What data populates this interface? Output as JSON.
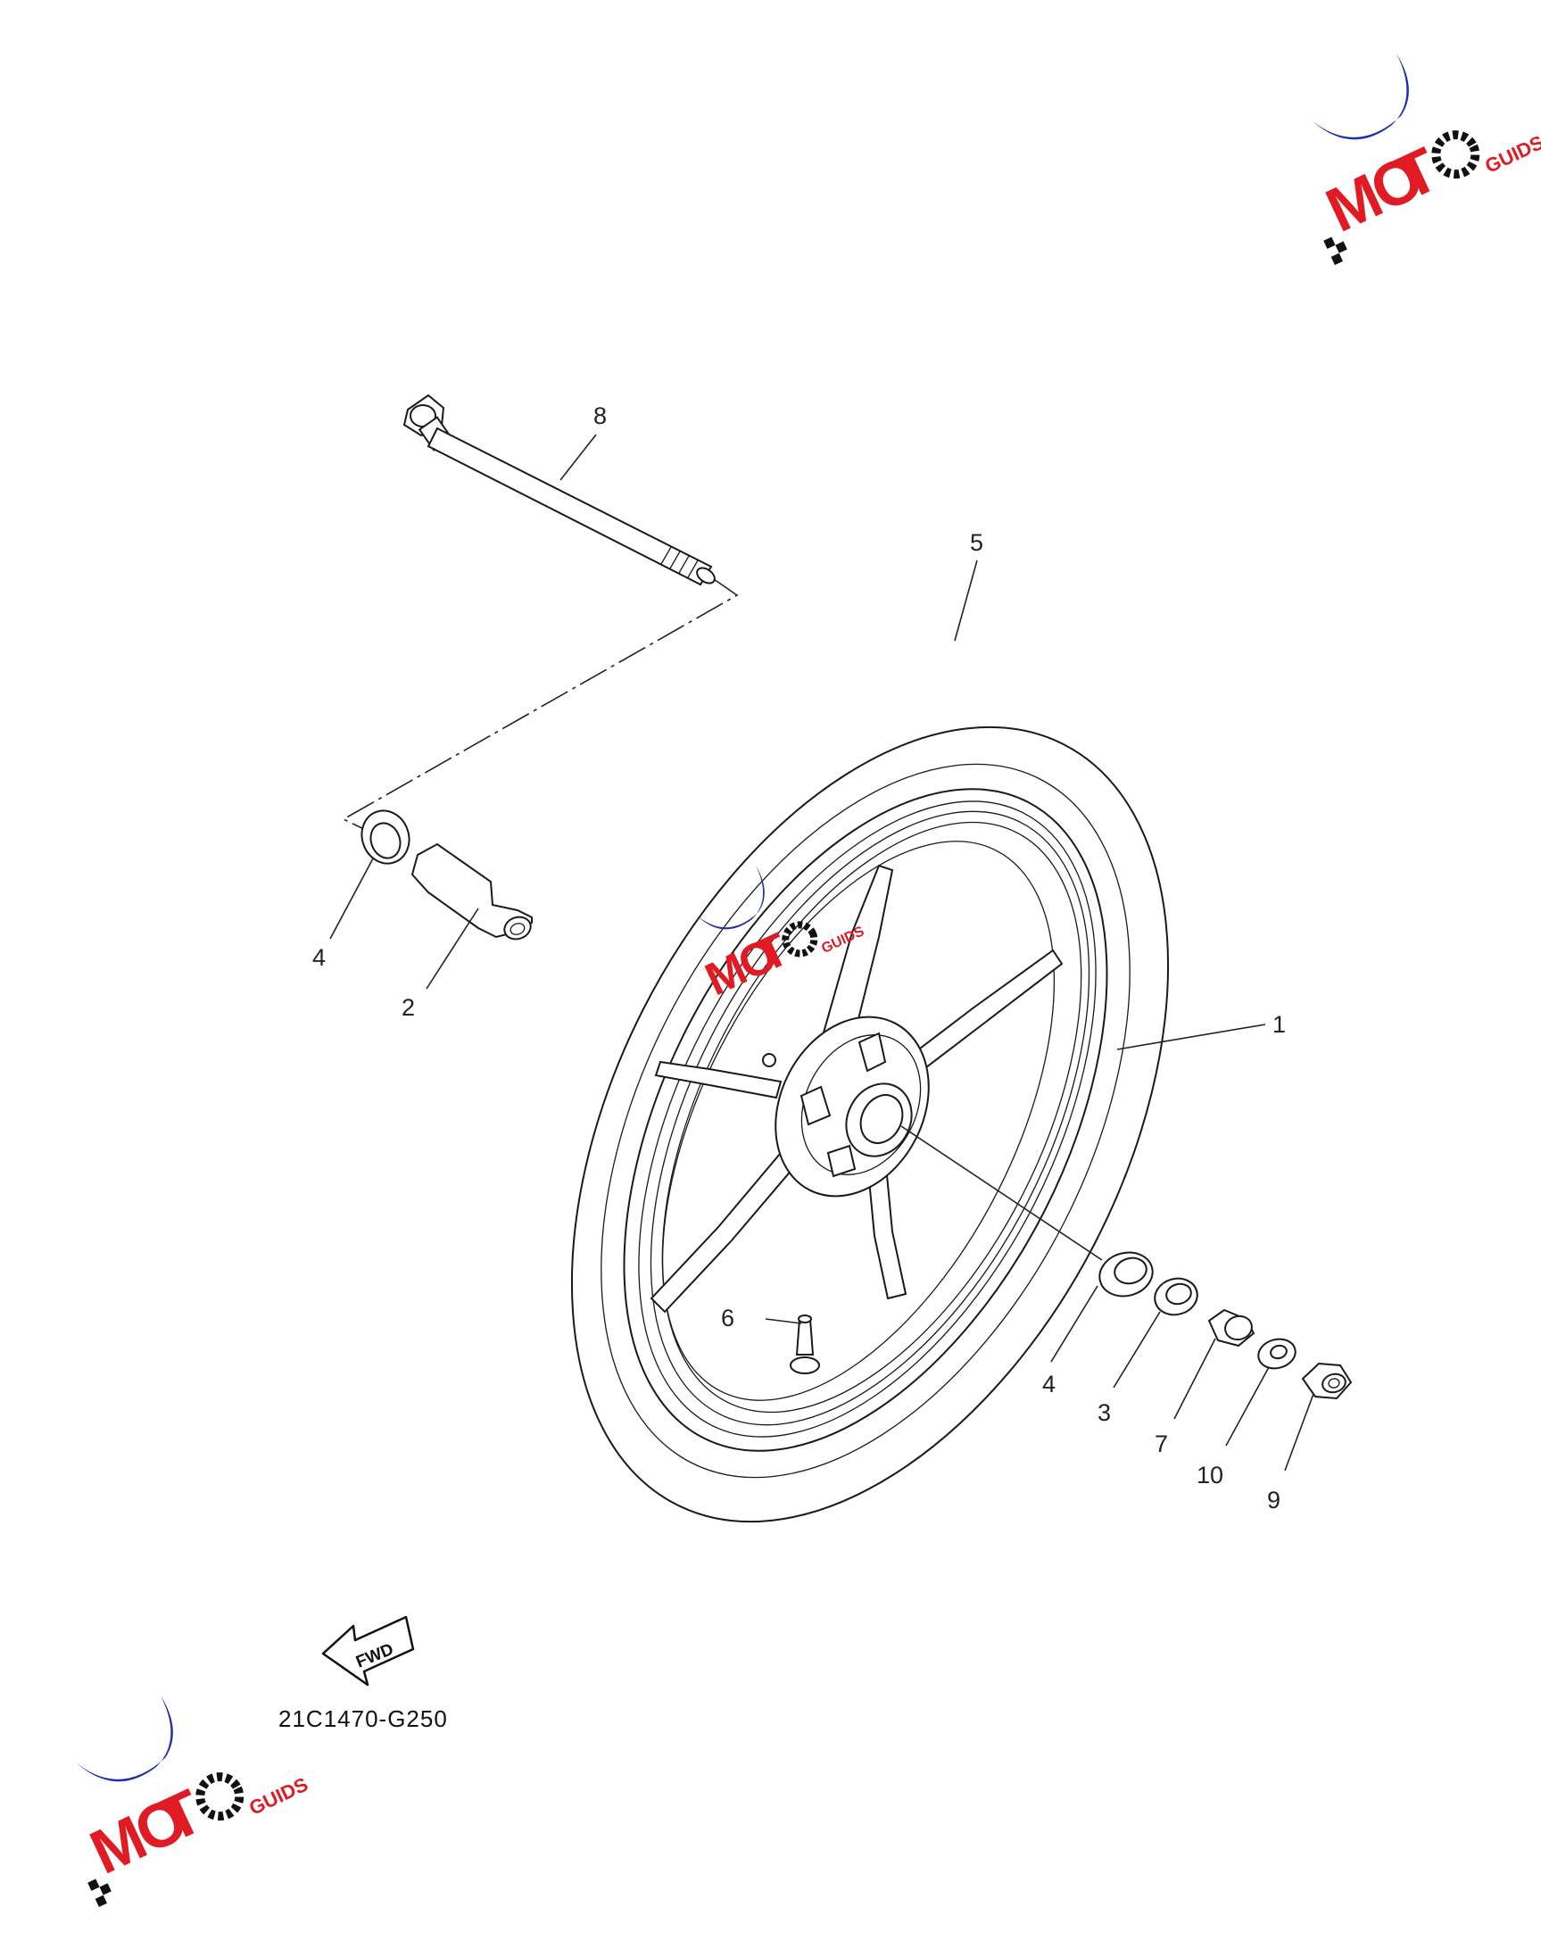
{
  "diagram": {
    "drawing_code": "21C1470-G250",
    "fwd_label": "FWD",
    "callouts": [
      {
        "id": "1",
        "label": "1"
      },
      {
        "id": "2",
        "label": "2"
      },
      {
        "id": "3",
        "label": "3"
      },
      {
        "id": "4a",
        "label": "4"
      },
      {
        "id": "4b",
        "label": "4"
      },
      {
        "id": "5",
        "label": "5"
      },
      {
        "id": "6",
        "label": "6"
      },
      {
        "id": "7",
        "label": "7"
      },
      {
        "id": "8",
        "label": "8"
      },
      {
        "id": "9",
        "label": "9"
      },
      {
        "id": "10",
        "label": "10"
      }
    ]
  },
  "watermark": {
    "brand": "MOTO GUIDS",
    "colors": {
      "blue": "#1f2fa8",
      "red": "#e01b24",
      "black": "#111111"
    }
  }
}
